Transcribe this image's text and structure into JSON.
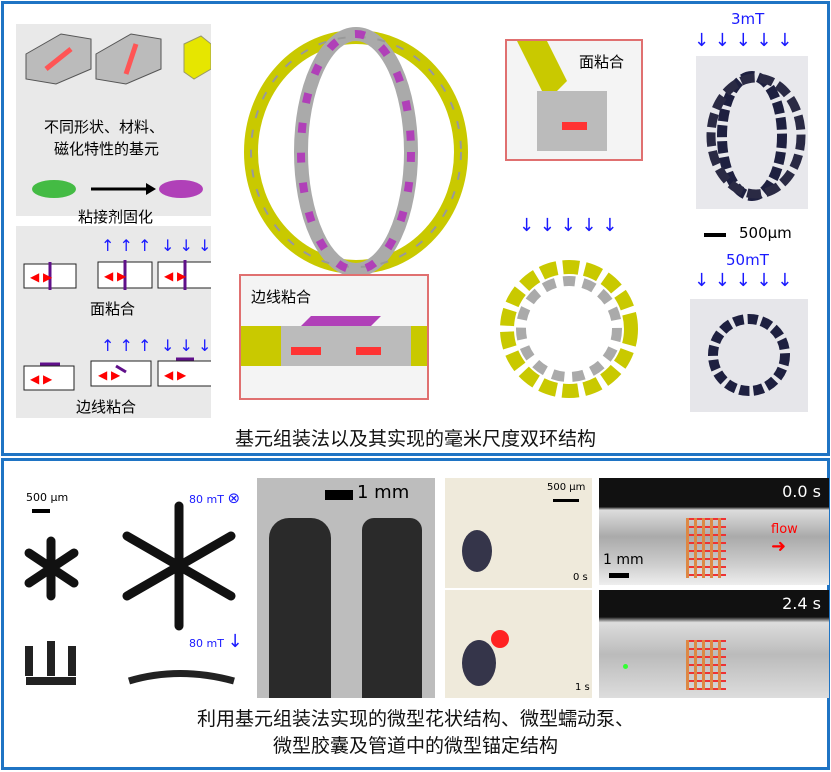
{
  "panel_a": {
    "elements_label_line1": "不同形状、材料、",
    "elements_label_line2": "磁化特性的基元",
    "adhesive_label": "粘接剂固化",
    "face_bond_label": "面粘合",
    "edge_bond_label": "边线粘合",
    "inset_face_label": "面粘合",
    "inset_edge_label": "边线粘合",
    "field_top": "3mT",
    "scale_bar": "500μm",
    "field_bottom": "50mT",
    "caption": "基元组装法以及其实现的毫米尺度双环结构"
  },
  "panel_b": {
    "scale_flower": "500 μm",
    "field_1": "80 mT",
    "field_1_symbol": "⊗",
    "field_2": "80 mT",
    "field_2_symbol": "↓",
    "scale_pump": "1 mm",
    "scale_capsule": "500 μm",
    "time_capsule_1": "0 s",
    "time_capsule_2": "1 s",
    "time_anchor_1": "0.0 s",
    "flow_label": "flow",
    "scale_anchor": "1 mm",
    "time_anchor_2": "2.4 s",
    "caption_line1": "利用基元组装法实现的微型花状结构、微型蠕动泵、",
    "caption_line2": "微型胶囊及管道中的微型锚定结构"
  },
  "colors": {
    "border": "#1f74c4",
    "arrow_blue": "#1a1aff",
    "magnet_red": "#ff2020",
    "adhesive_green": "#44bb44",
    "adhesive_purple": "#b040b8",
    "element_yellow": "#e6e600"
  }
}
